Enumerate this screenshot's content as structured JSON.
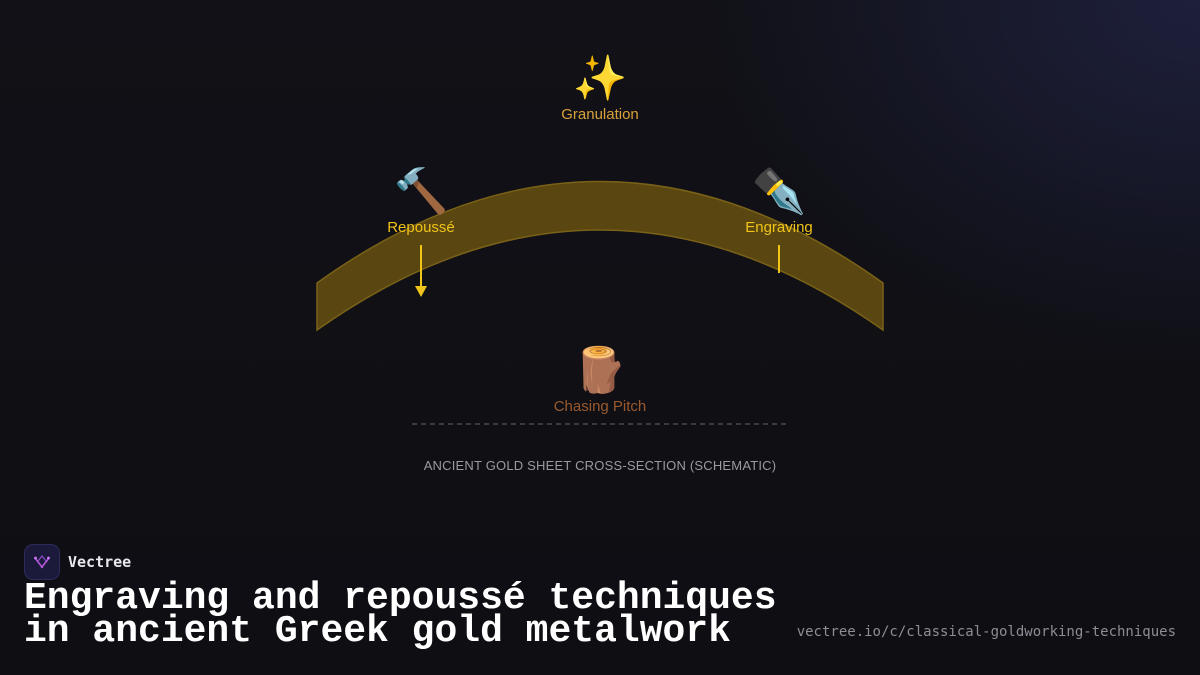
{
  "diagram": {
    "tools": [
      {
        "key": "granulation",
        "icon": "✨",
        "icon_name": "sparkles-icon",
        "label": "Granulation",
        "color": "#d9a23a"
      },
      {
        "key": "repousse",
        "icon": "🔨",
        "icon_name": "hammer-icon",
        "label": "Repoussé",
        "color": "#f0c419"
      },
      {
        "key": "engraving",
        "icon": "✒️",
        "icon_name": "fountain-pen-icon",
        "label": "Engraving",
        "color": "#f0c419"
      },
      {
        "key": "chasing_pitch",
        "icon": "🪵",
        "icon_name": "wood-log-icon",
        "label": "Chasing Pitch",
        "color": "#9a5a2e"
      }
    ],
    "caption": "ANCIENT GOLD SHEET CROSS-SECTION (SCHEMATIC)",
    "colors": {
      "sheet_fill": "#5a4610",
      "sheet_stroke": "#7a6118",
      "arrow": "#f0c419",
      "baseline": "#55555d"
    }
  },
  "brand": {
    "name": "Vectree",
    "icon_name": "vectree-logo-icon"
  },
  "title": {
    "line1": "Engraving and repoussé techniques",
    "line2": "in ancient Greek gold metalwork"
  },
  "url": "vectree.io/c/classical-goldworking-techniques"
}
